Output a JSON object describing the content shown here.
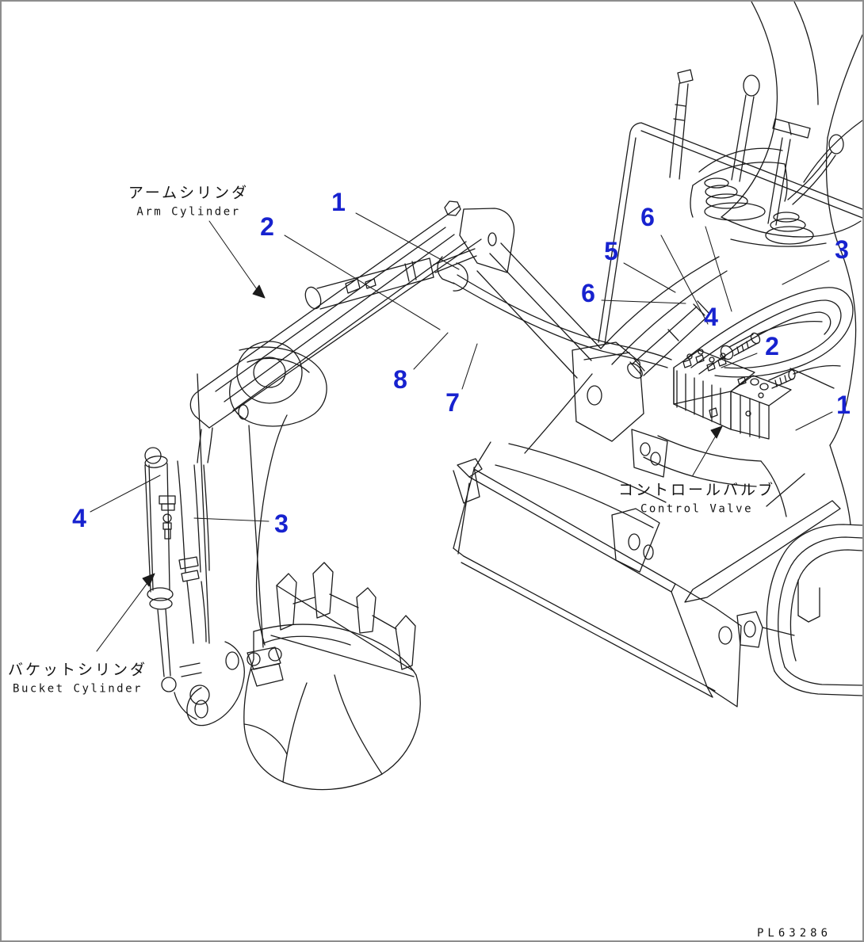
{
  "page": {
    "background": "#ffffff",
    "border_color": "#8d8d8d",
    "line_color": "#1b1b1b",
    "callout_color": "#1722cf"
  },
  "labels": {
    "arm_cylinder": {
      "jp": "アームシリンダ",
      "en": "Arm Cylinder"
    },
    "bucket_cylinder": {
      "jp": "バケットシリンダ",
      "en": "Bucket Cylinder"
    },
    "control_valve": {
      "jp": "コントロールバルブ",
      "en": "Control Valve"
    }
  },
  "callouts": [
    {
      "text": "1",
      "position": "top-boom"
    },
    {
      "text": "2",
      "position": "top-arm-cylinder"
    },
    {
      "text": "5",
      "position": "body-upper"
    },
    {
      "text": "6",
      "position": "body-upper-right"
    },
    {
      "text": "3",
      "position": "right-hose-loop"
    },
    {
      "text": "6",
      "position": "mid-left-of-valve"
    },
    {
      "text": "4",
      "position": "above-valve"
    },
    {
      "text": "2",
      "position": "valve-fitting-right"
    },
    {
      "text": "1",
      "position": "body-lower-right"
    },
    {
      "text": "8",
      "position": "center-hose-clamp"
    },
    {
      "text": "7",
      "position": "center-swing"
    },
    {
      "text": "4",
      "position": "bucket-cylinder-left"
    },
    {
      "text": "3",
      "position": "bucket-cylinder-hose"
    }
  ],
  "part_code": "PL63286"
}
